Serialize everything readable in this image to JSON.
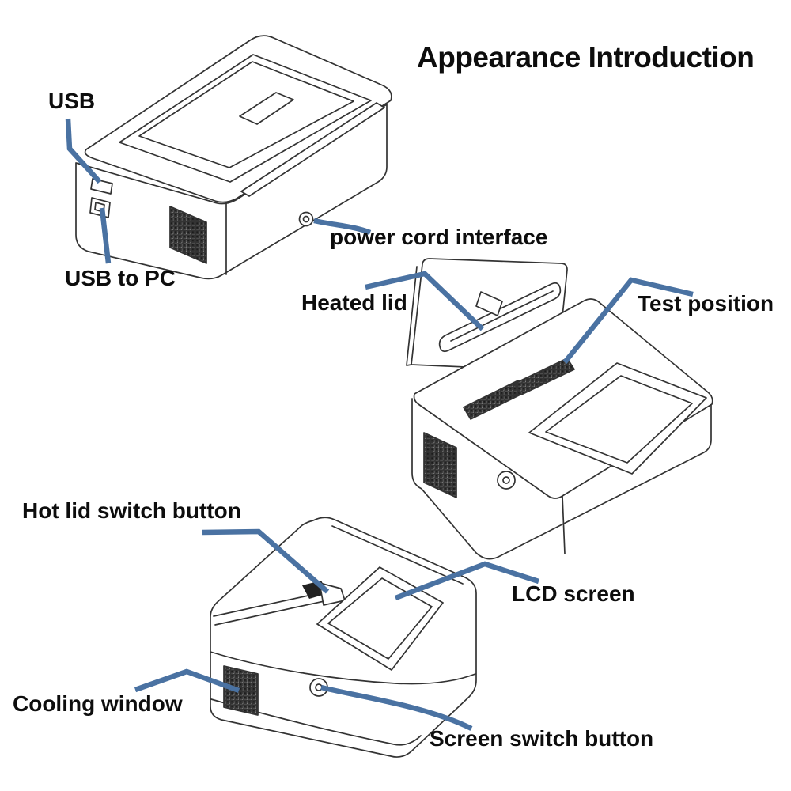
{
  "title": "Appearance Introduction",
  "colors": {
    "background": "#ffffff",
    "leader_line": "#4a72a2",
    "line_art": "#333333",
    "label_text": "#0d0d0d",
    "vent_fill": "#1c1c1c"
  },
  "labels": {
    "usb": "USB",
    "usb_to_pc": "USB to PC",
    "power_cord_interface": "power cord interface",
    "heated_lid": "Heated lid",
    "test_position": "Test position",
    "hot_lid_switch_button": "Hot lid switch button",
    "lcd_screen": "LCD screen",
    "cooling_window": "Cooling window",
    "screen_switch_button": "Screen switch button"
  }
}
